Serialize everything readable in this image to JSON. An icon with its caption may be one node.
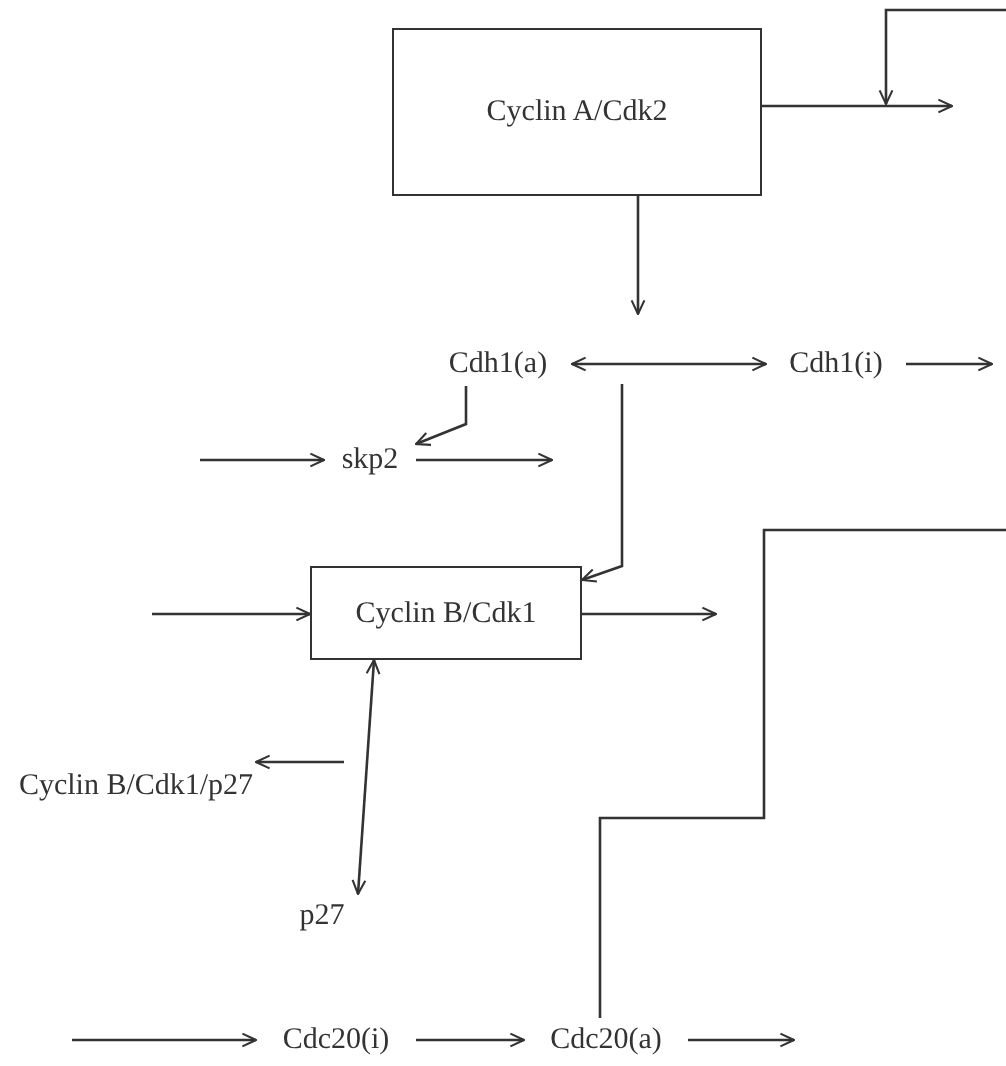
{
  "diagram": {
    "nodes": [
      {
        "text": [
          "Cyclin A/Cdk2"
        ]
      },
      {
        "text": [
          "Cdh1(a)"
        ]
      },
      {
        "text": [
          "Cdh1(i)"
        ]
      },
      {
        "text": [
          "skp2"
        ]
      },
      {
        "text": [
          "Cyclin B/Cdk1"
        ]
      },
      {
        "text": [
          "Cyclin B/Cdk1/p27"
        ]
      },
      {
        "text": [
          "p27"
        ]
      },
      {
        "text": [
          "Cdc20(i)"
        ]
      },
      {
        "text": [
          "Cdc20(a)"
        ]
      }
    ],
    "edges": [
      {
        "from": 0,
        "to": null,
        "arrow": "to"
      },
      {
        "from": 0,
        "to": null,
        "arrow": "to"
      },
      {
        "from": 1,
        "to": 2,
        "arrow": "both"
      },
      {
        "from": 2,
        "to": null,
        "arrow": "to"
      },
      {
        "from": 1,
        "to": 3,
        "arrow": "to"
      },
      {
        "from": null,
        "to": 3,
        "arrow": "to"
      },
      {
        "from": 3,
        "to": null,
        "arrow": "to"
      },
      {
        "from": null,
        "to": 4,
        "arrow": "to"
      },
      {
        "from": null,
        "to": 4,
        "arrow": "to"
      },
      {
        "from": 4,
        "to": null,
        "arrow": "to"
      },
      {
        "from": 4,
        "to": 6,
        "arrow": "both"
      },
      {
        "from": null,
        "to": 5,
        "arrow": "to"
      },
      {
        "from": null,
        "to": 8,
        "arrow": "none"
      },
      {
        "from": null,
        "to": 7,
        "arrow": "to"
      },
      {
        "from": 7,
        "to": 8,
        "arrow": "to"
      },
      {
        "from": 8,
        "to": null,
        "arrow": "to"
      }
    ]
  }
}
